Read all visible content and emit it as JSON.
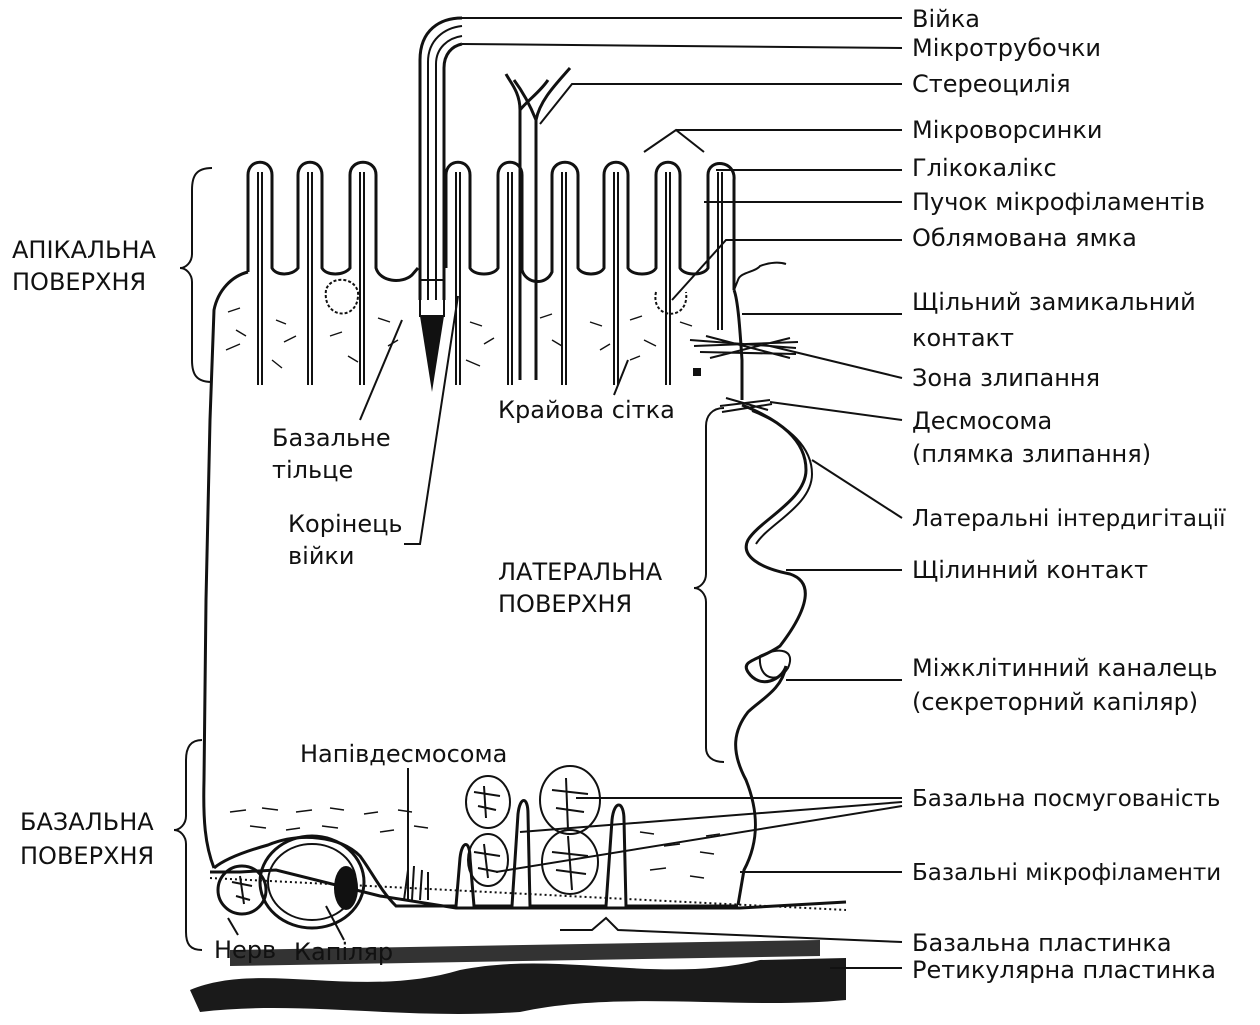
{
  "right_labels": {
    "cilium": "Війка",
    "microtubules": "Мікротрубочки",
    "stereocilia": "Стереоцилія",
    "microvilli": "Мікроворсинки",
    "glycocalyx": "Глікокалікс",
    "microfilament_bundle": "Пучок мікрофіламентів",
    "coated_pit": "Облямована ямка",
    "tight_junction_1": "Щільний замикальний",
    "tight_junction_2": "контакт",
    "adherens_zone": "Зона злипання",
    "desmosome_1": "Десмосома",
    "desmosome_2": "(плямка злипання)",
    "lateral_interdigitations": "Латеральні інтердигітації",
    "gap_junction": "Щілинний контакт",
    "intercellular_canaliculus_1": "Міжклітинний каналець",
    "intercellular_canaliculus_2": "(секреторний капіляр)",
    "basal_striation": "Базальна посмугованість",
    "basal_microfilaments": "Базальні мікрофіламенти",
    "basal_lamina": "Базальна пластинка",
    "reticular_lamina": "Ретикулярна пластинка"
  },
  "left_labels": {
    "apical_1": "АПІКАЛЬНА",
    "apical_2": "ПОВЕРХНЯ",
    "basal_1": "БАЗАЛЬНА",
    "basal_2": "ПОВЕРХНЯ"
  },
  "inner_labels": {
    "basal_body_1": "Базальне",
    "basal_body_2": "тільце",
    "cilium_root_1": "Корінець",
    "cilium_root_2": "війки",
    "terminal_web": "Крайова сітка",
    "lateral_1": "ЛАТЕРАЛЬНА",
    "lateral_2": "ПОВЕРХНЯ",
    "hemidesmosome": "Напівдесмосома",
    "nerve": "Нерв",
    "capillary": "Капіляр"
  }
}
